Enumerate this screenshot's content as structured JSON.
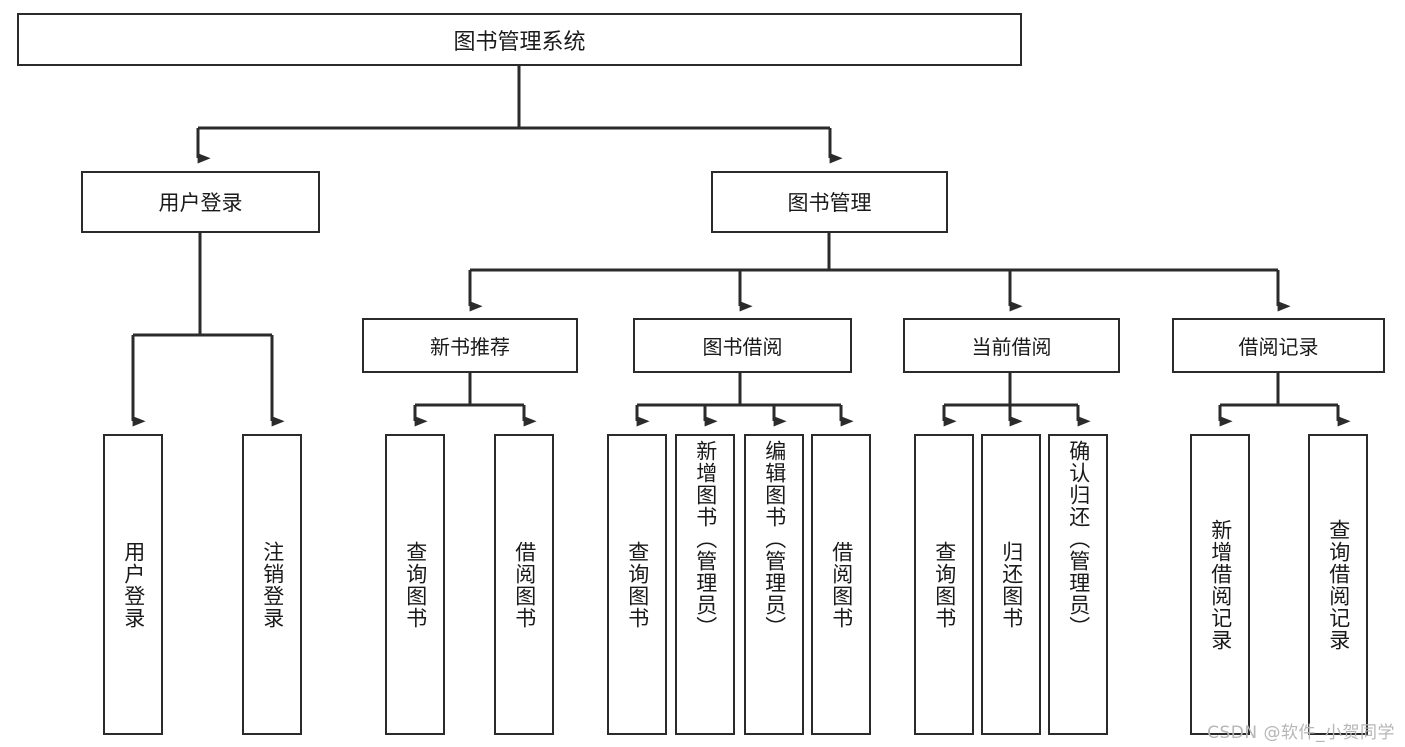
{
  "diagram": {
    "type": "tree-hierarchy",
    "title": "图书管理系统",
    "root": {
      "id": "root",
      "label": "图书管理系统",
      "orientation": "horizontal"
    },
    "level2": [
      {
        "id": "user-login",
        "label": "用户登录",
        "orientation": "horizontal"
      },
      {
        "id": "book-manage",
        "label": "图书管理",
        "orientation": "horizontal"
      }
    ],
    "level3": [
      {
        "id": "new-book-recommend",
        "label": "新书推荐",
        "orientation": "horizontal",
        "parent": "book-manage"
      },
      {
        "id": "book-borrow",
        "label": "图书借阅",
        "orientation": "horizontal",
        "parent": "book-manage"
      },
      {
        "id": "current-borrow",
        "label": "当前借阅",
        "orientation": "horizontal",
        "parent": "book-manage"
      },
      {
        "id": "borrow-record",
        "label": "借阅记录",
        "orientation": "horizontal",
        "parent": "book-manage"
      }
    ],
    "leaves": [
      {
        "id": "leaf-user-login",
        "label": "用户登录",
        "parent": "user-login",
        "orientation": "vertical",
        "align": "middle"
      },
      {
        "id": "leaf-logout-login",
        "label": "注销登录",
        "parent": "user-login",
        "orientation": "vertical",
        "align": "middle"
      },
      {
        "id": "leaf-query-book-1",
        "label": "查询图书",
        "parent": "new-book-recommend",
        "orientation": "vertical",
        "align": "middle"
      },
      {
        "id": "leaf-borrow-book-1",
        "label": "借阅图书",
        "parent": "new-book-recommend",
        "orientation": "vertical",
        "align": "middle"
      },
      {
        "id": "leaf-query-book-2",
        "label": "查询图书",
        "parent": "book-borrow",
        "orientation": "vertical",
        "align": "middle"
      },
      {
        "id": "leaf-add-book",
        "label": "新增图书（管理员）",
        "parent": "book-borrow",
        "orientation": "vertical",
        "align": "top"
      },
      {
        "id": "leaf-edit-book",
        "label": "编辑图书（管理员）",
        "parent": "book-borrow",
        "orientation": "vertical",
        "align": "top"
      },
      {
        "id": "leaf-borrow-book-2",
        "label": "借阅图书",
        "parent": "book-borrow",
        "orientation": "vertical",
        "align": "middle"
      },
      {
        "id": "leaf-query-book-3",
        "label": "查询图书",
        "parent": "current-borrow",
        "orientation": "vertical",
        "align": "middle"
      },
      {
        "id": "leaf-return-book",
        "label": "归还图书",
        "parent": "current-borrow",
        "orientation": "vertical",
        "align": "middle"
      },
      {
        "id": "leaf-confirm-return",
        "label": "确认归还（管理员）",
        "parent": "current-borrow",
        "orientation": "vertical",
        "align": "top"
      },
      {
        "id": "leaf-add-record",
        "label": "新增借阅记录",
        "parent": "borrow-record",
        "orientation": "vertical",
        "align": "middle"
      },
      {
        "id": "leaf-query-record",
        "label": "查询借阅记录",
        "parent": "borrow-record",
        "orientation": "vertical",
        "align": "middle"
      }
    ]
  },
  "watermark": {
    "text": "CSDN @软件_小贺同学"
  },
  "colors": {
    "stroke": "#2b2b2b",
    "background": "#ffffff",
    "text": "#1a1a1a",
    "watermark": "#b6b6b6"
  }
}
